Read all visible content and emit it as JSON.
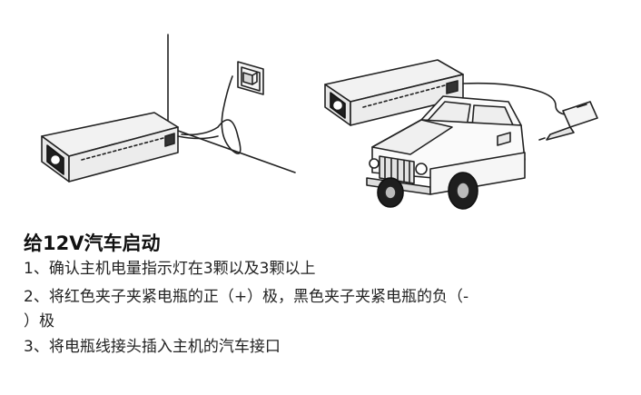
{
  "title": "给12V汽车启动",
  "steps": [
    "1、确认主机电量指示灯在3颗以及3颗以上",
    "2、将红色夹子夹紧电瓶的正（+）极，黑色夹子夹紧电瓶的负（-",
    "）极",
    "3、将电瓶线接头插入主机的汽车接口"
  ],
  "icons": [
    "wall-socket-icon",
    "power-bank-icon",
    "car-icon",
    "car-charger-plug-icon"
  ]
}
